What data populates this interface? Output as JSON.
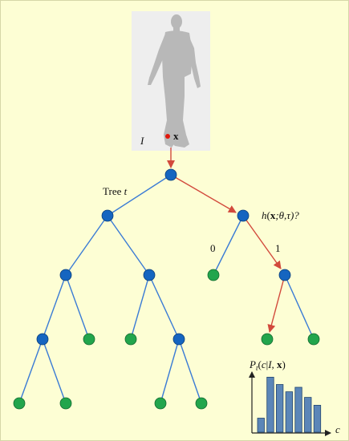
{
  "colors": {
    "background": "#fdfed4",
    "tree_edge": "#3a7bd5",
    "path_edge": "#d24a3c",
    "split_node": "#1565c0",
    "leaf_node": "#22a54c",
    "hist_bar": "#5b86b8",
    "photo_bg": "#eeeeee",
    "silhouette": "#b8b8b8",
    "pixel_marker": "#e0180c"
  },
  "labels": {
    "image_var": "I",
    "pixel_var": "x",
    "tree_prefix": "Tree ",
    "tree_var": "t",
    "split_fn": "h",
    "split_open": "(",
    "split_x": "x",
    "split_params": ";θ,τ)?",
    "branch_left": "0",
    "branch_right": "1",
    "dist_p": "P",
    "dist_sub": "t",
    "dist_args_a": "(",
    "dist_c": "c",
    "dist_bar": "|",
    "dist_I": "I",
    "dist_comma": ", ",
    "dist_x": "x",
    "dist_close": ")",
    "axis_c": "c"
  },
  "histogram": {
    "bins": [
      0.25,
      0.98,
      0.85,
      0.72,
      0.8,
      0.62,
      0.48
    ]
  },
  "icons": {
    "arrow": "arrow-head-icon",
    "silhouette": "human-silhouette-icon"
  }
}
